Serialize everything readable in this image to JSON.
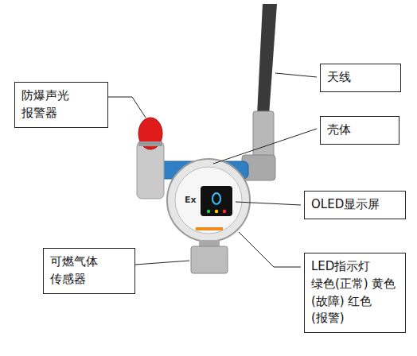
{
  "diagram": {
    "nodes": [
      {
        "text": [
          "天线"
        ]
      },
      {
        "text": [
          "防爆声光报警器"
        ]
      },
      {
        "text": [
          "壳体"
        ]
      },
      {
        "text": [
          "OLED显示屏"
        ]
      },
      {
        "text": [
          "可燃气体传感器"
        ]
      },
      {
        "text": [
          "LED指示灯",
          "绿色(正常) 黄色(故障) 红色(报警)"
        ]
      }
    ],
    "labels": [
      "Ex"
    ]
  }
}
